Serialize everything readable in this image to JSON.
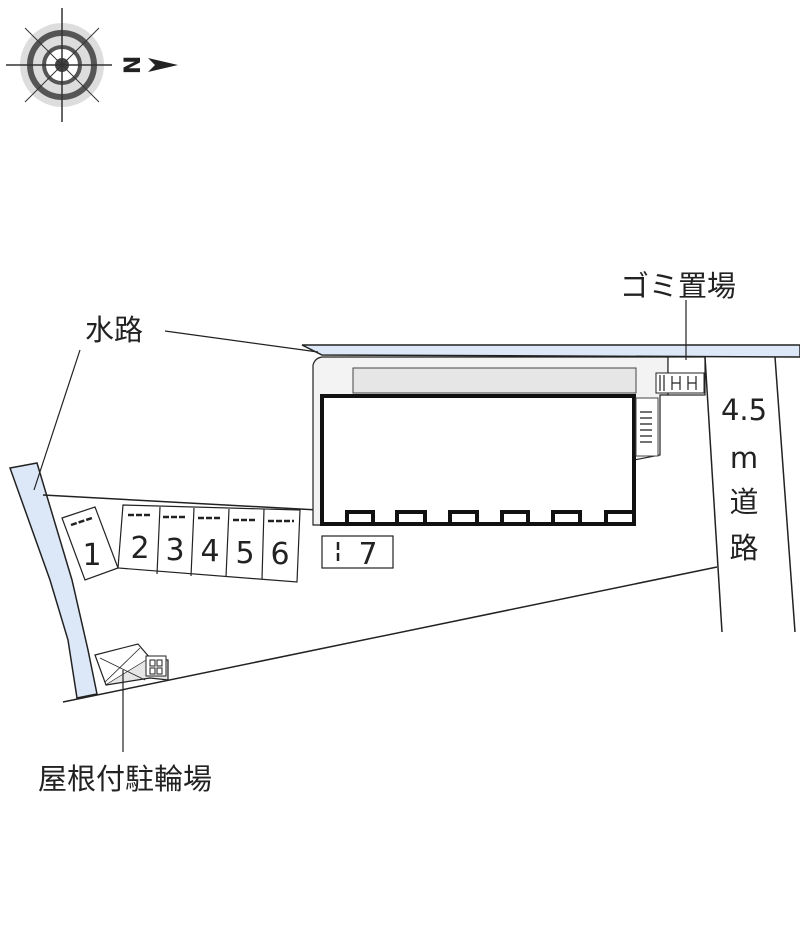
{
  "compass": {
    "north_label": "N"
  },
  "labels": {
    "waterway": "水路",
    "garbage": "ゴミ置場",
    "road_width": "4.5",
    "road_unit": "m",
    "road_1": "道",
    "road_2": "路",
    "bike_parking": "屋根付駐輪場"
  },
  "parking": [
    "1",
    "2",
    "3",
    "4",
    "5",
    "6",
    "7"
  ],
  "colors": {
    "water": "#dce8f8",
    "line": "#222222",
    "gray": "#e6e6e6"
  }
}
